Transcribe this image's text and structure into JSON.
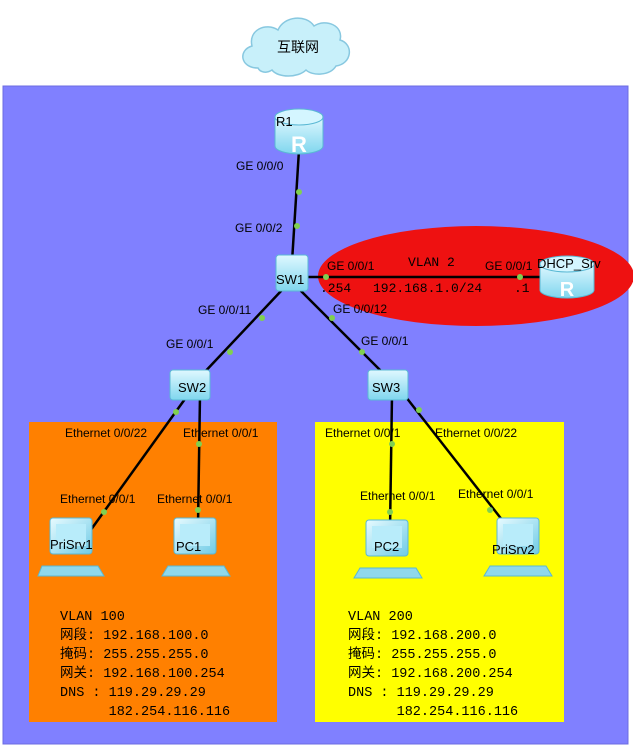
{
  "internet": {
    "label": "互联网"
  },
  "devices": {
    "r1": "R1",
    "sw1": "SW1",
    "sw2": "SW2",
    "sw3": "SW3",
    "dhcp": "DHCP_Srv",
    "prisrv1": "PriSrv1",
    "pc1": "PC1",
    "pc2": "PC2",
    "prisrv2": "PriSrv2"
  },
  "ports": {
    "r1_down": "GE 0/0/0",
    "sw1_up": "GE 0/0/2",
    "sw1_right": "GE 0/0/1",
    "dhcp_left": "GE 0/0/1",
    "sw1_left_down": "GE 0/0/11",
    "sw2_up": "GE 0/0/1",
    "sw1_right_down": "GE 0/0/12",
    "sw3_up": "GE 0/0/1",
    "sw2_left_down": "Ethernet 0/0/22",
    "sw2_right_down": "Ethernet 0/0/1",
    "prisrv1_up": "Ethernet 0/0/1",
    "pc1_up": "Ethernet 0/0/1",
    "sw3_left_down": "Ethernet 0/0/1",
    "sw3_right_down": "Ethernet 0/0/22",
    "pc2_up": "Ethernet 0/0/1",
    "prisrv2_up": "Ethernet 0/0/1"
  },
  "vlan2": {
    "title": "VLAN 2",
    "sw1_addr": ".254",
    "network": "192.168.1.0/24",
    "dhcp_addr": ".1"
  },
  "vlan100": {
    "title": "VLAN 100",
    "lines": [
      "网段: 192.168.100.0",
      "掩码: 255.255.255.0",
      "网关: 192.168.100.254",
      "DNS : 119.29.29.29",
      "      182.254.116.116"
    ]
  },
  "vlan200": {
    "title": "VLAN 200",
    "lines": [
      "网段: 192.168.200.0",
      "掩码: 255.255.255.0",
      "网关: 192.168.200.254",
      "DNS : 119.29.29.29",
      "      182.254.116.116"
    ]
  },
  "colors": {
    "background": "#8080ff",
    "vlan2": "#ee1111",
    "vlan100": "#ff8000",
    "vlan200": "#ffff00",
    "device": "#a8ecf8",
    "link": "#000000",
    "port_dot": "#80d050"
  }
}
